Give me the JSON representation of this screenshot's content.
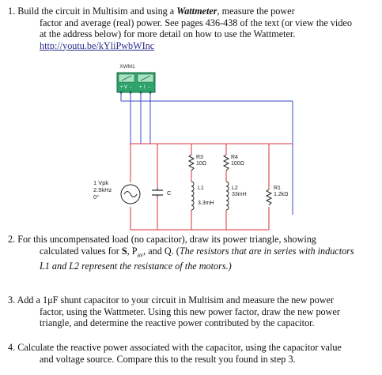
{
  "q1": {
    "line1_pre": "1. Build the circuit in Multisim and using a ",
    "line1_em": "Wattmeter",
    "line1_post": ", measure the power",
    "line2": "factor and average (real) power. See pages 436-438 of the text (or view the video",
    "line3": "at the address below) for more detail on how to use the Wattmeter.",
    "link": "http://youtu.be/kYliPwbWInc"
  },
  "circuit": {
    "wattmeter_label": "XWM1",
    "v_label": "V",
    "i_label": "I",
    "plus": "+",
    "minus": "-",
    "source": {
      "amp": "1 Vpk",
      "freq": "2.5kHz",
      "phase": "0°"
    },
    "capacitor": "C",
    "r3": {
      "name": "R3",
      "value": "10Ω"
    },
    "r4": {
      "name": "R4",
      "value": "100Ω"
    },
    "l1": {
      "name": "L1",
      "value": "3.3mH"
    },
    "l2": {
      "name": "L2",
      "value": "33mH"
    },
    "r1": {
      "name": "R1",
      "value": "1.2kΩ"
    }
  },
  "q2": {
    "line1": "2. For this uncompensated load (no capacitor), draw its power triangle, showing",
    "line2_pre": "calculated values for ",
    "line2_s": "S",
    "line2_mid1": ", P",
    "line2_sub": "av",
    "line2_mid2": ", and Q. (",
    "line2_em": "The resistors that are in series with inductors",
    "line3_em": "L1 and L2 represent the resistance of the motors.)"
  },
  "q3": {
    "line1": "3. Add a 1μF shunt capacitor to your circuit in Multisim and measure the new power",
    "line2": "factor, using the Wattmeter.  Using this new power factor, draw the new power",
    "line3": "triangle, and determine the reactive power contributed by the capacitor."
  },
  "q4": {
    "line1": "4. Calculate the reactive power associated with the capacitor, using the capacitor value",
    "line2": "and voltage source. Compare this to the result you found in step 3."
  }
}
